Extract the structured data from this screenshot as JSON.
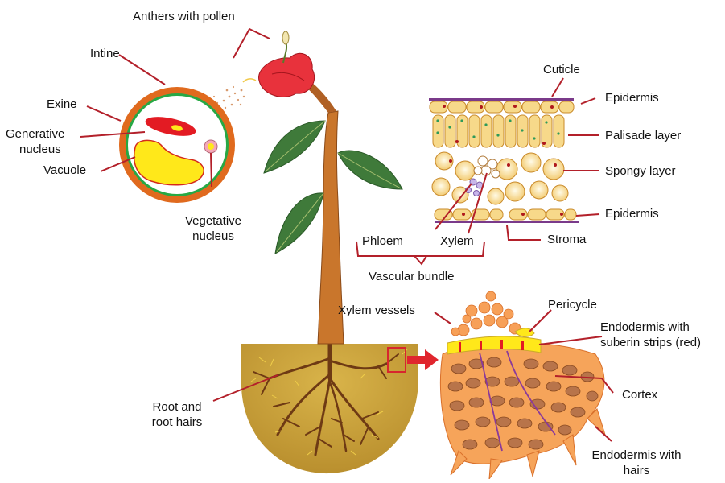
{
  "labels": {
    "anthers": "Anthers with pollen",
    "intine": "Intine",
    "exine": "Exine",
    "generative_1": "Generative",
    "generative_2": "nucleus",
    "vacuole": "Vacuole",
    "vegetative_1": "Vegetative",
    "vegetative_2": "nucleus",
    "cuticle": "Cuticle",
    "epidermis_top": "Epidermis",
    "palisade": "Palisade layer",
    "spongy": "Spongy layer",
    "epidermis_bottom": "Epidermis",
    "stroma": "Stroma",
    "phloem": "Phloem",
    "xylem": "Xylem",
    "vascular_bundle": "Vascular bundle",
    "xylem_vessels": "Xylem vessels",
    "pericycle": "Pericycle",
    "endodermis_suberin_1": "Endodermis with",
    "endodermis_suberin_2": "suberin strips (red)",
    "cortex": "Cortex",
    "endodermis_hairs_1": "Endodermis with",
    "endodermis_hairs_2": "hairs",
    "root_1": "Root and",
    "root_2": "root hairs"
  },
  "colors": {
    "leader": "#b3202a",
    "exine": "#e06a1e",
    "intine": "#27a844",
    "nucleus": "#e31b23",
    "vacuole": "#ffe81a",
    "soil": "#c9a036",
    "stem": "#c9762c",
    "leaf": "#3f7a3a",
    "flower": "#e8323c",
    "leaf_cell": "#f7d98a",
    "cortex_cell": "#b8744a",
    "cortex_bg": "#f6a45a"
  }
}
